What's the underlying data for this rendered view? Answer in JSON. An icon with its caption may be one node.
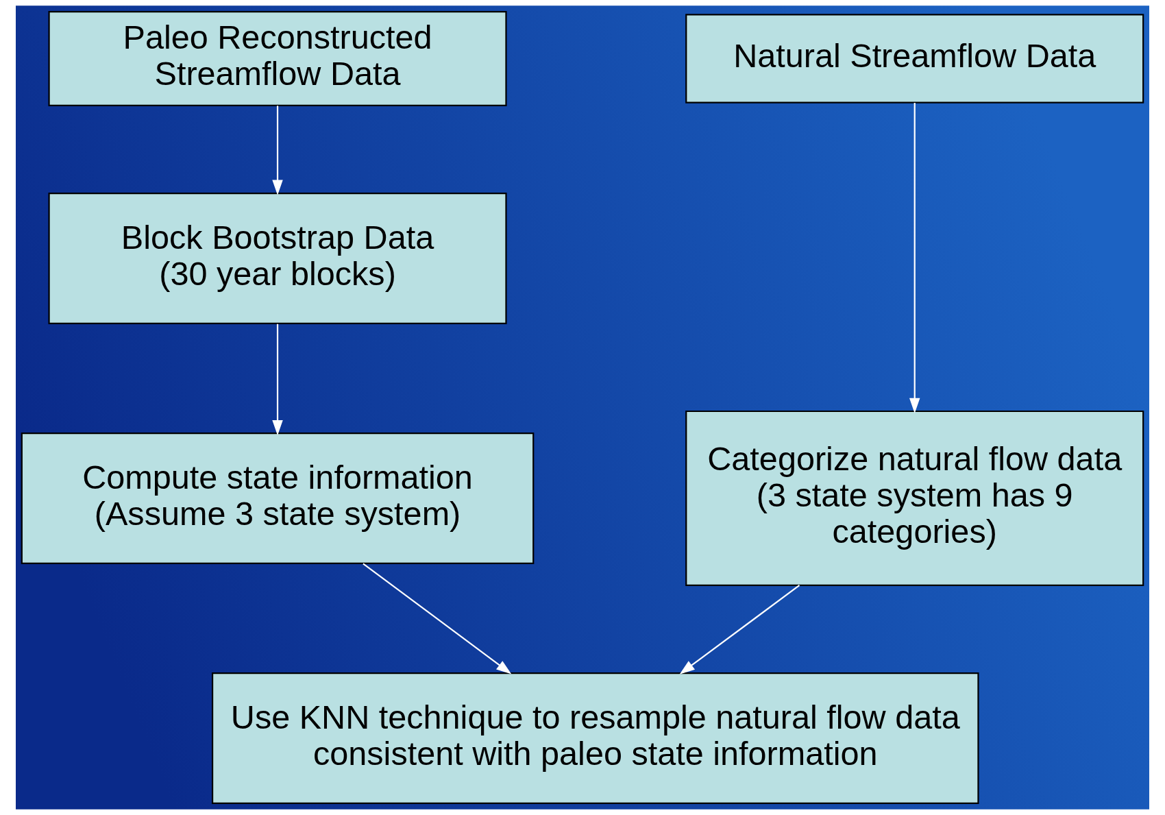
{
  "diagram": {
    "nodes": [
      {
        "text": [
          "Paleo Reconstructed Streamflow Data"
        ]
      },
      {
        "text": [
          "Natural Streamflow Data"
        ]
      },
      {
        "text": [
          "Block Bootstrap Data (30 year blocks)"
        ]
      },
      {
        "text": [
          "Compute state information (Assume 3 state system)"
        ]
      },
      {
        "text": [
          "Categorize natural flow data (3 state system has 9 categories)"
        ]
      },
      {
        "text": [
          "Use KNN technique to resample natural flow data consistent with paleo state information"
        ]
      }
    ],
    "edges": [
      {
        "from": 0,
        "to": 2,
        "arrow": "to"
      },
      {
        "from": 2,
        "to": 3,
        "arrow": "to"
      },
      {
        "from": 1,
        "to": 4,
        "arrow": "to"
      },
      {
        "from": 3,
        "to": 5,
        "arrow": "to"
      },
      {
        "from": 4,
        "to": 5,
        "arrow": "to"
      }
    ]
  }
}
